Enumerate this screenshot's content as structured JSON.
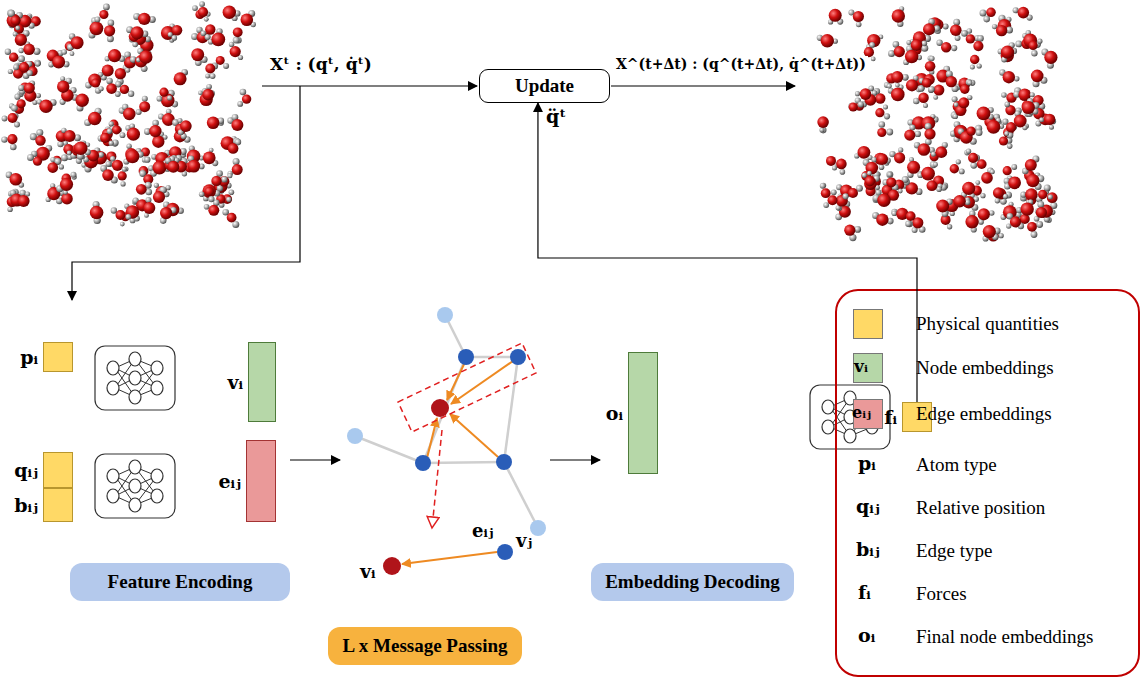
{
  "diagram": {
    "nodes": [
      {
        "text": [
          "Update"
        ]
      },
      {
        "text": [
          "pᵢ"
        ]
      },
      {
        "text": [
          "vᵢ"
        ]
      },
      {
        "text": [
          "qᵢⱼ"
        ]
      },
      {
        "text": [
          "bᵢⱼ"
        ]
      },
      {
        "text": [
          "eᵢⱼ"
        ]
      },
      {
        "text": [
          "Feature Encoding"
        ]
      },
      {
        "text": [
          "L x Message Passing"
        ]
      },
      {
        "text": [
          "oᵢ"
        ]
      },
      {
        "text": [
          "fᵢ"
        ]
      },
      {
        "text": [
          "Embedding Decoding"
        ]
      }
    ],
    "edges": [
      {
        "from": 9,
        "to": 0,
        "arrow": "to",
        "label": "q̈ᵗ"
      }
    ],
    "labels": [
      "Xᵗ : (qᵗ, q̇ᵗ)",
      "X^(t+Δt) : (q^(t+Δt), q̇^(t+Δt))",
      "vᵢ",
      "eᵢⱼ",
      "vⱼ",
      "vᵢ",
      "eᵢⱼ",
      "pᵢ",
      "Atom type",
      "qᵢⱼ",
      "Relative position",
      "bᵢⱼ",
      "Edge type",
      "fᵢ",
      "Forces",
      "oᵢ",
      "Final node embeddings"
    ],
    "legend": [
      {
        "text": "Physical quantities",
        "color": "#ffd966"
      },
      {
        "text": "Node embeddings",
        "color": "#b6d7a8"
      },
      {
        "text": "Edge embeddings",
        "color": "#ea9999"
      }
    ]
  }
}
